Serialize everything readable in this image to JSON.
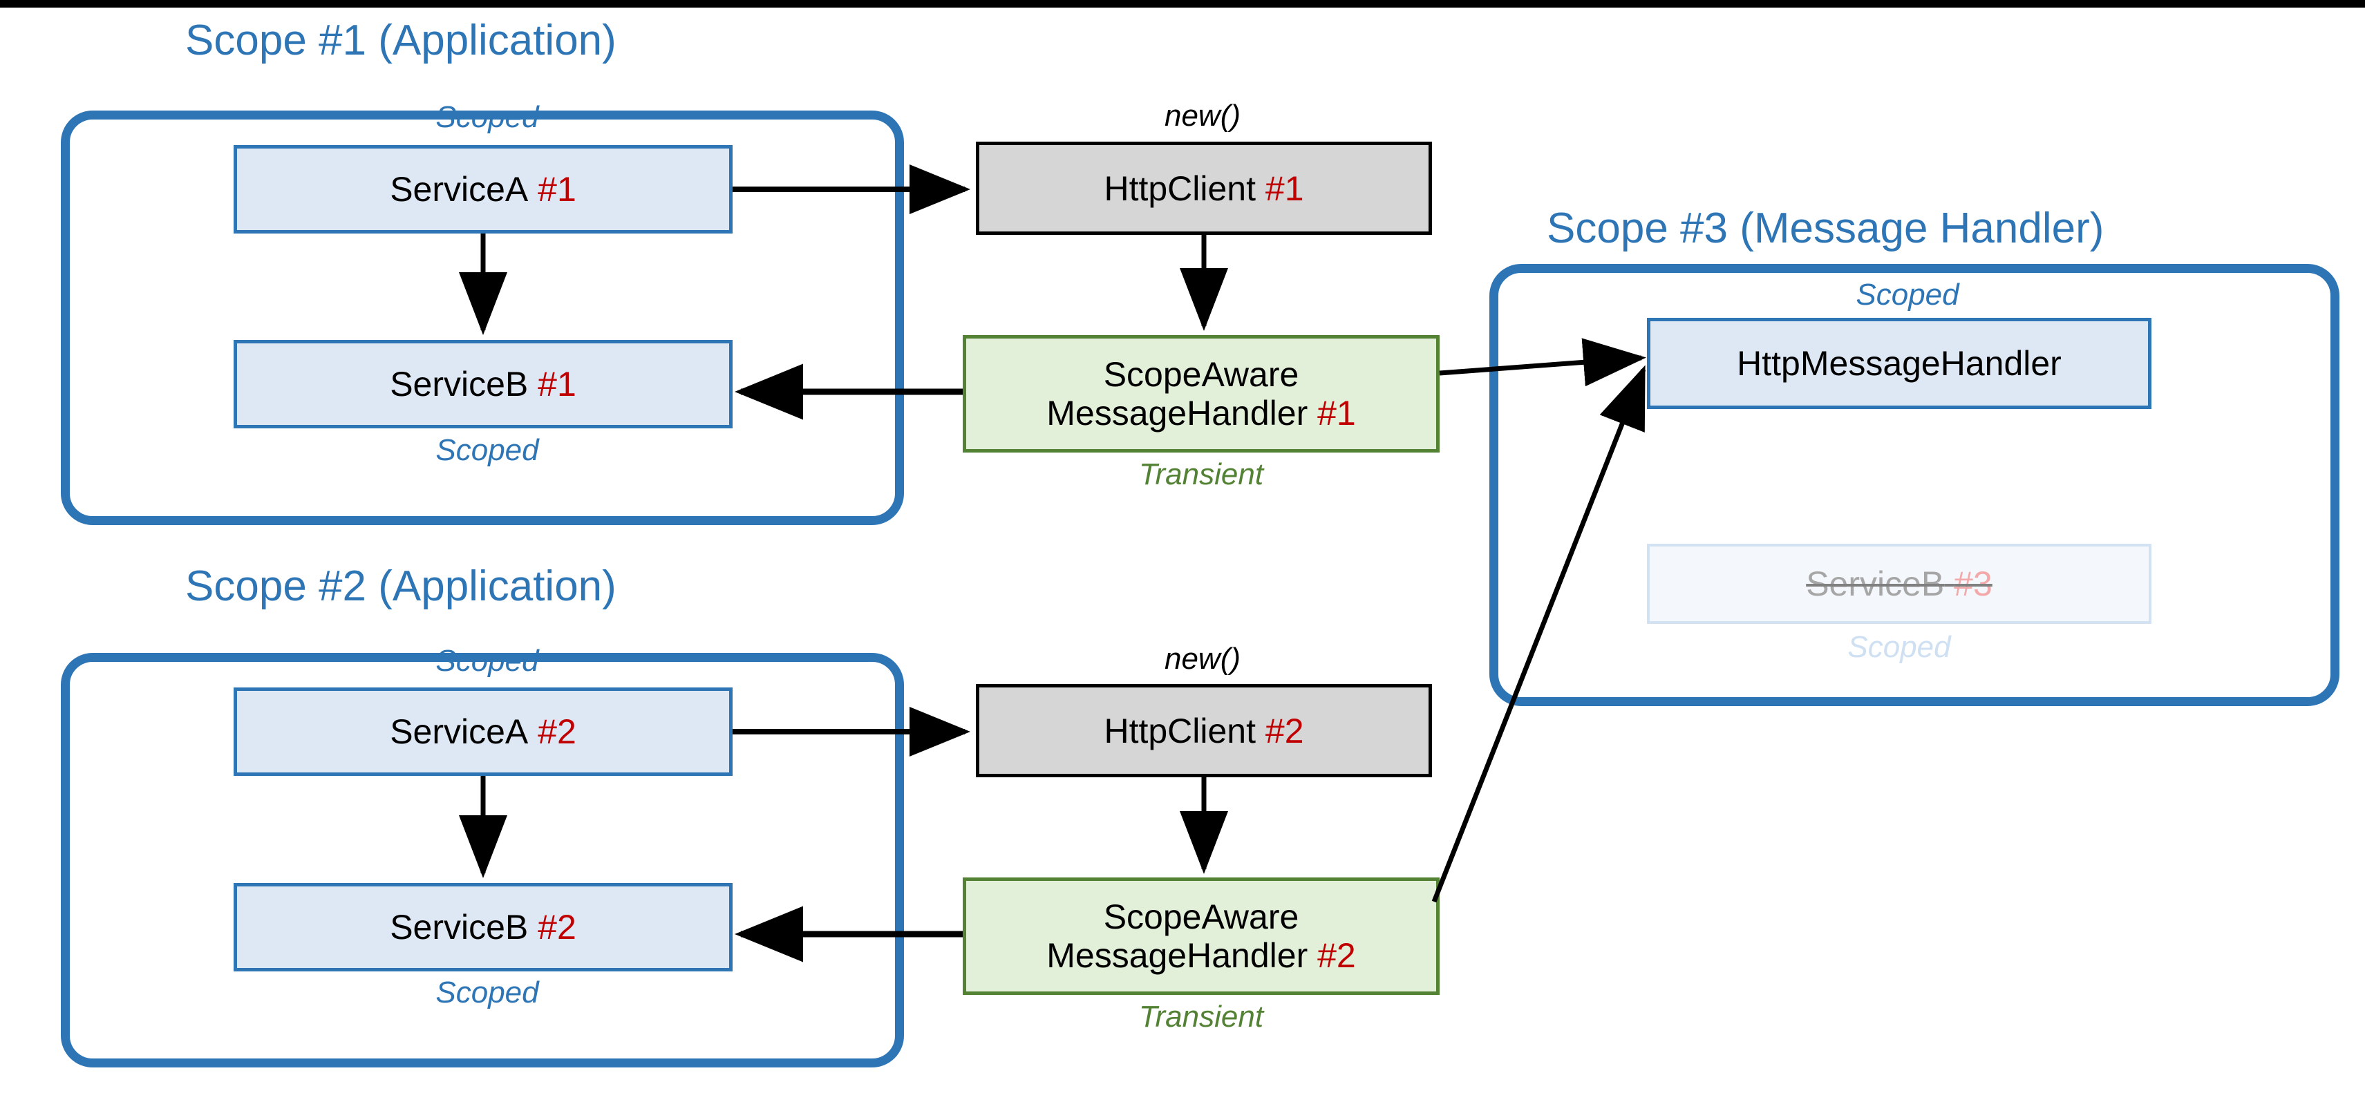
{
  "diagram": {
    "title_color": "#2E75B6",
    "accent_red": "#C00000",
    "accent_green": "#548235",
    "scopes": [
      {
        "id": "scope1",
        "title": "Scope #1 (Application)"
      },
      {
        "id": "scope2",
        "title": "Scope #2 (Application)"
      },
      {
        "id": "scope3",
        "title": "Scope #3 (Message Handler)"
      }
    ],
    "nodes": {
      "service_a_1": {
        "name": "ServiceA",
        "num": "#1",
        "lifetime": "Scoped"
      },
      "service_b_1": {
        "name": "ServiceB",
        "num": "#1",
        "lifetime": "Scoped"
      },
      "http_client_1": {
        "name": "HttpClient",
        "num": "#1",
        "lifetime": "new()"
      },
      "handler_1": {
        "name_line1": "ScopeAware",
        "name_line2": "MessageHandler",
        "num": "#1",
        "lifetime": "Transient"
      },
      "service_a_2": {
        "name": "ServiceA",
        "num": "#2",
        "lifetime": "Scoped"
      },
      "service_b_2": {
        "name": "ServiceB",
        "num": "#2",
        "lifetime": "Scoped"
      },
      "http_client_2": {
        "name": "HttpClient",
        "num": "#2",
        "lifetime": "new()"
      },
      "handler_2": {
        "name_line1": "ScopeAware",
        "name_line2": "MessageHandler",
        "num": "#2",
        "lifetime": "Transient"
      },
      "http_message_handler": {
        "name": "HttpMessageHandler",
        "num": "",
        "lifetime": "Scoped"
      },
      "service_b_3": {
        "name": "ServiceB",
        "num": "#3",
        "lifetime": "Scoped",
        "state": "struck-out"
      }
    },
    "edges": [
      {
        "from": "service_a_1",
        "to": "http_client_1",
        "style": "solid-arrow"
      },
      {
        "from": "service_a_1",
        "to": "service_b_1",
        "style": "solid-arrow"
      },
      {
        "from": "http_client_1",
        "to": "handler_1",
        "style": "solid-arrow"
      },
      {
        "from": "handler_1",
        "to": "service_b_1",
        "style": "solid-arrow"
      },
      {
        "from": "handler_1",
        "to": "http_message_handler",
        "style": "solid-arrow"
      },
      {
        "from": "service_a_2",
        "to": "http_client_2",
        "style": "solid-arrow"
      },
      {
        "from": "service_a_2",
        "to": "service_b_2",
        "style": "solid-arrow"
      },
      {
        "from": "http_client_2",
        "to": "handler_2",
        "style": "solid-arrow"
      },
      {
        "from": "handler_2",
        "to": "service_b_2",
        "style": "solid-arrow"
      },
      {
        "from": "handler_2",
        "to": "http_message_handler",
        "style": "solid-arrow"
      }
    ]
  }
}
